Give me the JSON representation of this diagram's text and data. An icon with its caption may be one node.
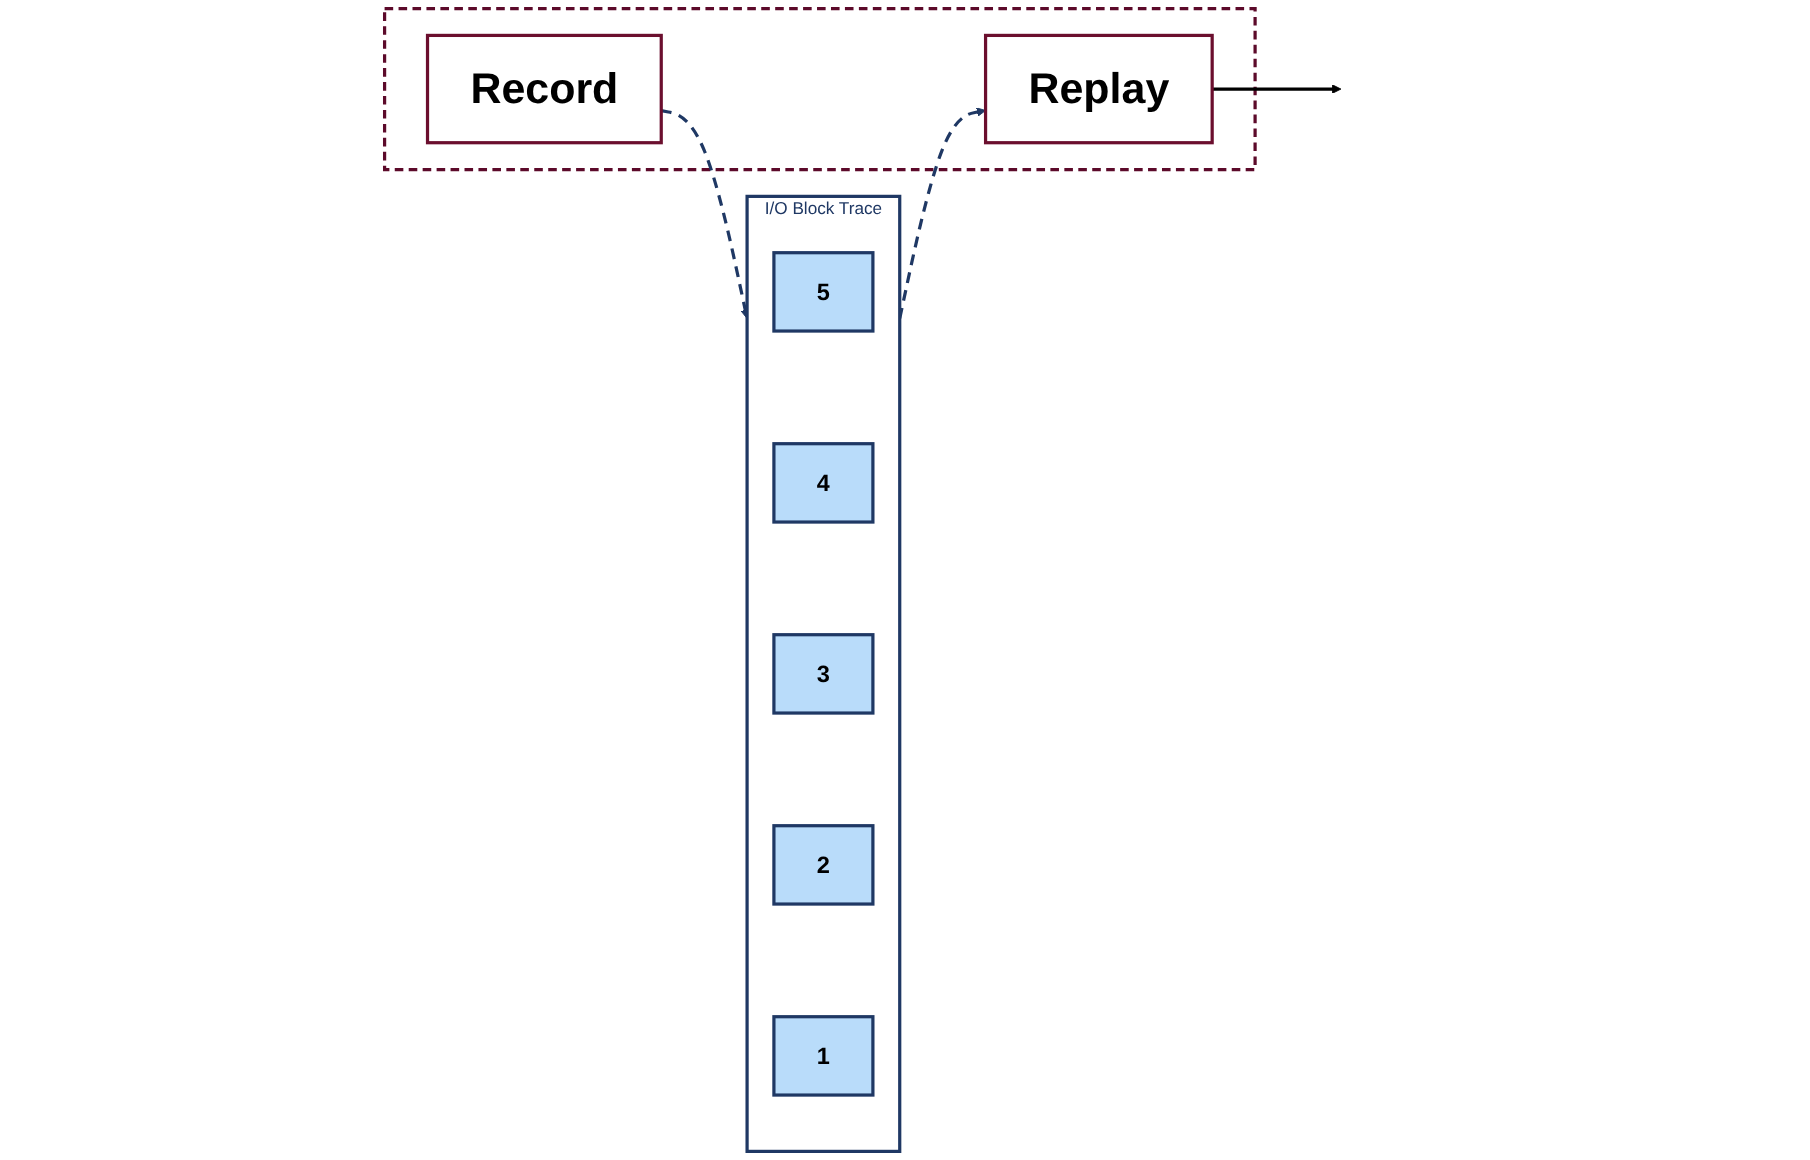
{
  "diagram": {
    "nodes": [
      {
        "text": [],
        "shape": "box"
      },
      {
        "text": [
          "Record"
        ],
        "in": 0
      },
      {
        "text": [
          "Replay"
        ],
        "in": 0
      },
      {
        "text": [
          "I/O Block Trace"
        ]
      },
      {
        "text": [
          "5"
        ],
        "in": 3
      },
      {
        "text": [
          "4"
        ],
        "in": 3
      },
      {
        "text": [
          "3"
        ],
        "in": 3
      },
      {
        "text": [
          "2"
        ],
        "in": 3
      },
      {
        "text": [
          "1"
        ],
        "in": 3
      }
    ],
    "edges": [
      {
        "from": 1,
        "to": 3,
        "arrow": "to",
        "style": "dashed"
      },
      {
        "from": 3,
        "to": 2,
        "arrow": "to",
        "style": "dashed"
      },
      {
        "from": 2,
        "to": null,
        "arrow": "to",
        "color": "#000000"
      }
    ]
  }
}
